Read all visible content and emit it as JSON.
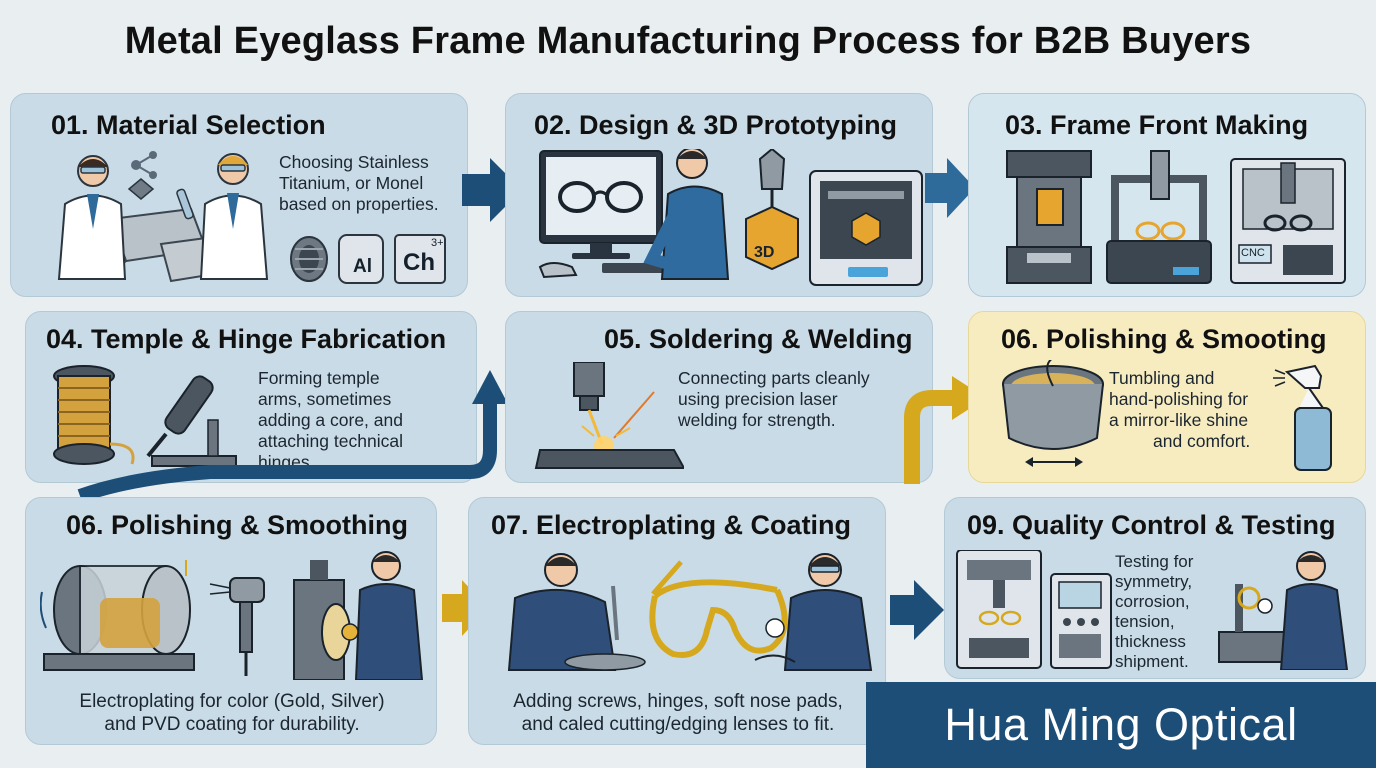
{
  "title": "Metal Eyeglass Frame Manufacturing Process for B2B Buyers",
  "colors": {
    "card_blue": "#c9dbe6",
    "card_yellow": "#f7ecc0",
    "arrow_blue": "#1c4e78",
    "arrow_gold": "#d6a81e",
    "brand_bg": "#1c4e78"
  },
  "steps": [
    {
      "title": "01. Material Selection",
      "desc": [
        "Choosing Stainless",
        "Titanium, or Monel",
        "based on properties."
      ],
      "element_labels": [
        "Al",
        "Ch",
        "3+"
      ]
    },
    {
      "title": "02. Design & 3D Prototyping",
      "cube_label": "3D"
    },
    {
      "title": "03. Frame Front Making",
      "machine_label": "CNC"
    },
    {
      "title": "04. Temple & Hinge Fabrication",
      "desc": [
        "Forming temple",
        "arms, sometimes",
        "adding a core, and",
        "attaching technical",
        "hinges."
      ]
    },
    {
      "title": "05. Soldering & Welding",
      "desc": [
        "Connecting parts cleanly",
        "using precision laser",
        "welding for strength."
      ]
    },
    {
      "title": "06. Polishing & Smooting",
      "desc": [
        "Tumbling and",
        "hand-polishing for",
        "a mirror-like shine",
        "and comfort."
      ]
    },
    {
      "title": "06. Polishing & Smoothing",
      "desc": [
        "Electroplating for color (Gold, Silver)",
        "and PVD coating for durability."
      ]
    },
    {
      "title": "07. Electroplating & Coating",
      "desc": [
        "Adding screws, hinges, soft nose pads,",
        "and caled cutting/edging lenses to fit."
      ]
    },
    {
      "title": "09. Quality Control & Testing",
      "desc": [
        "Testing for",
        "symmetry,",
        "corrosion,",
        "tension,",
        "thickness",
        "shipment."
      ]
    }
  ],
  "brand": "Hua Ming Optical"
}
